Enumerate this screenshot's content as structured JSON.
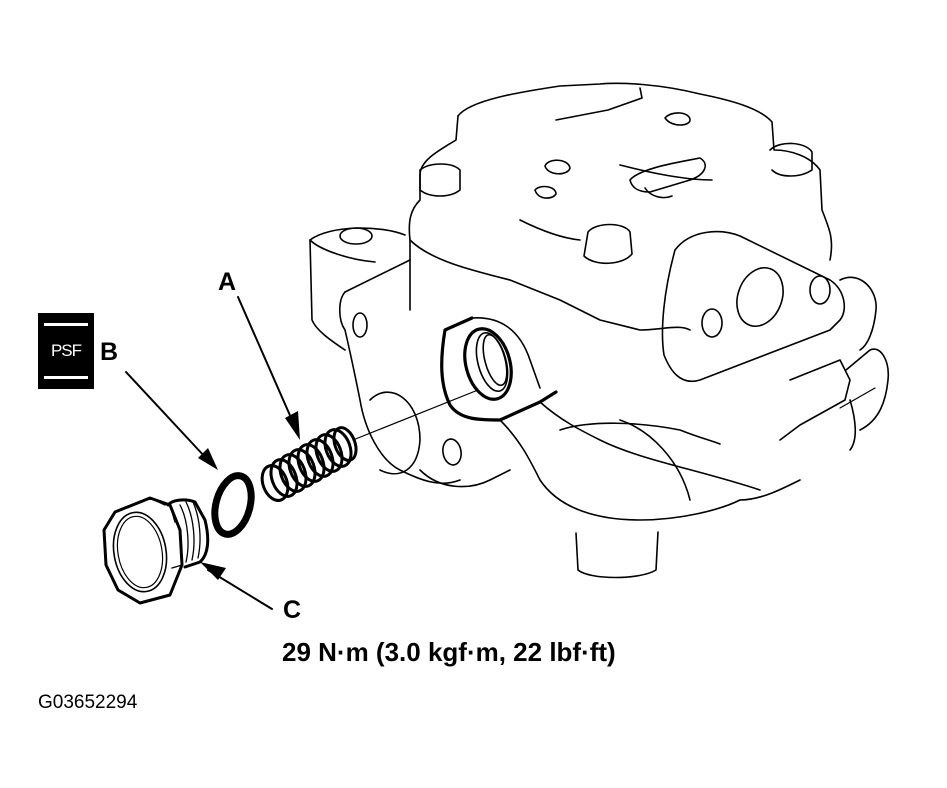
{
  "diagram": {
    "subject": "power steering pump",
    "labels": {
      "a": "A",
      "b": "B",
      "c": "C"
    },
    "parts": {
      "a": "spring",
      "b": "O-ring",
      "c": "plug bolt"
    },
    "fluid_badge": "PSF",
    "torque_spec": "29 N·m (3.0 kgf·m, 22 lbf·ft)",
    "figure_id": "G03652294"
  },
  "colors": {
    "line": "#000000",
    "background": "#ffffff"
  }
}
